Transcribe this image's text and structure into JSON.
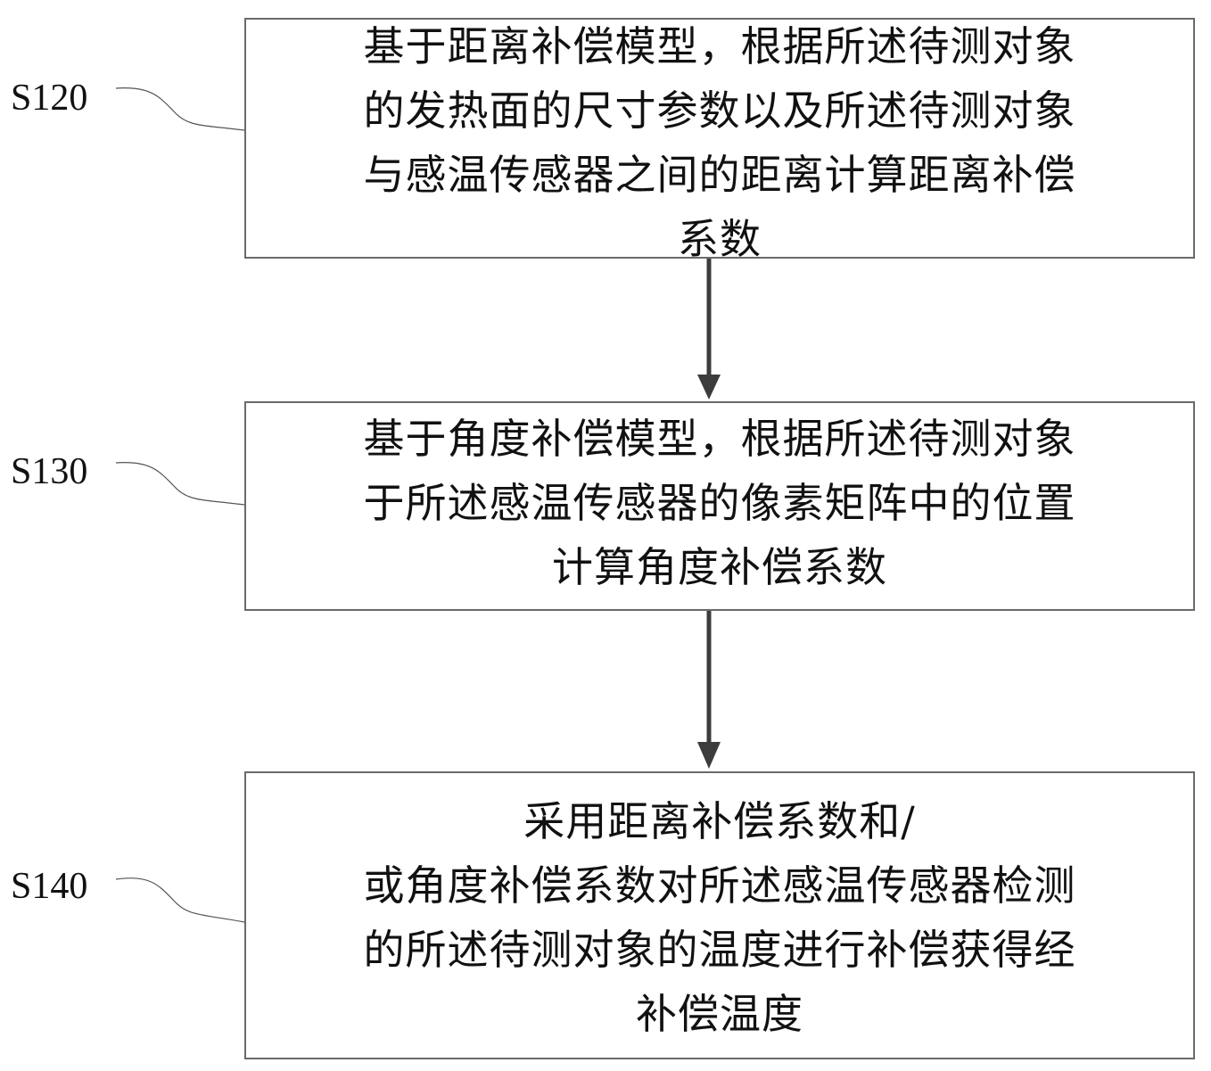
{
  "steps": [
    {
      "id": "S120",
      "lines": [
        "基于距离补偿模型，根据所述待测对象",
        "的发热面的尺寸参数以及所述待测对象",
        "与感温传感器之间的距离计算距离补偿",
        "系数"
      ]
    },
    {
      "id": "S130",
      "lines": [
        "基于角度补偿模型，根据所述待测对象",
        "于所述感温传感器的像素矩阵中的位置",
        "计算角度补偿系数"
      ]
    },
    {
      "id": "S140",
      "lines": [
        "采用距离补偿系数和/",
        "或角度补偿系数对所述感温传感器检测",
        "的所述待测对象的温度进行补偿获得经",
        "补偿温度"
      ]
    }
  ],
  "colors": {
    "border": "#6a6a6a",
    "arrow": "#3c3c3c",
    "leader": "#555555"
  }
}
